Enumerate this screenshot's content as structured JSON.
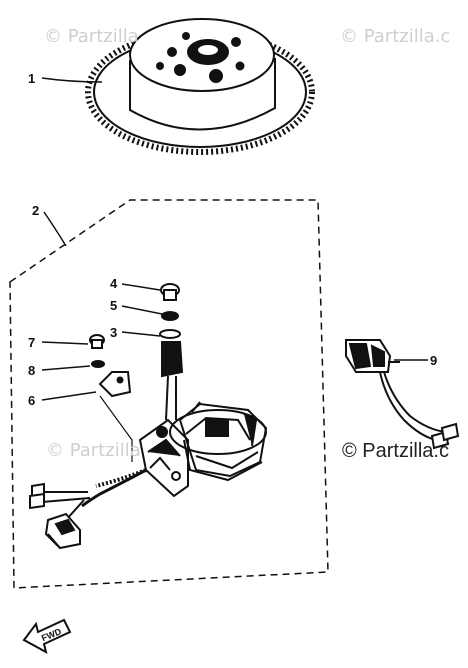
{
  "watermarks": {
    "top_left": "© Partzilla",
    "top_right": "© Partzilla.c",
    "mid_left": "© Partzilla",
    "mid_right": "© Partzilla.c"
  },
  "callouts": {
    "flywheel": "1",
    "stator_assembly": "2",
    "coil_spring": "3",
    "screw": "4",
    "washer": "5",
    "screw_small": "7",
    "washer_small": "8",
    "clip": "6",
    "connector": "9"
  },
  "direction_arrow": {
    "label": "FWD"
  },
  "colors": {
    "ink": "#111111",
    "watermark": "#cfcfcf"
  }
}
